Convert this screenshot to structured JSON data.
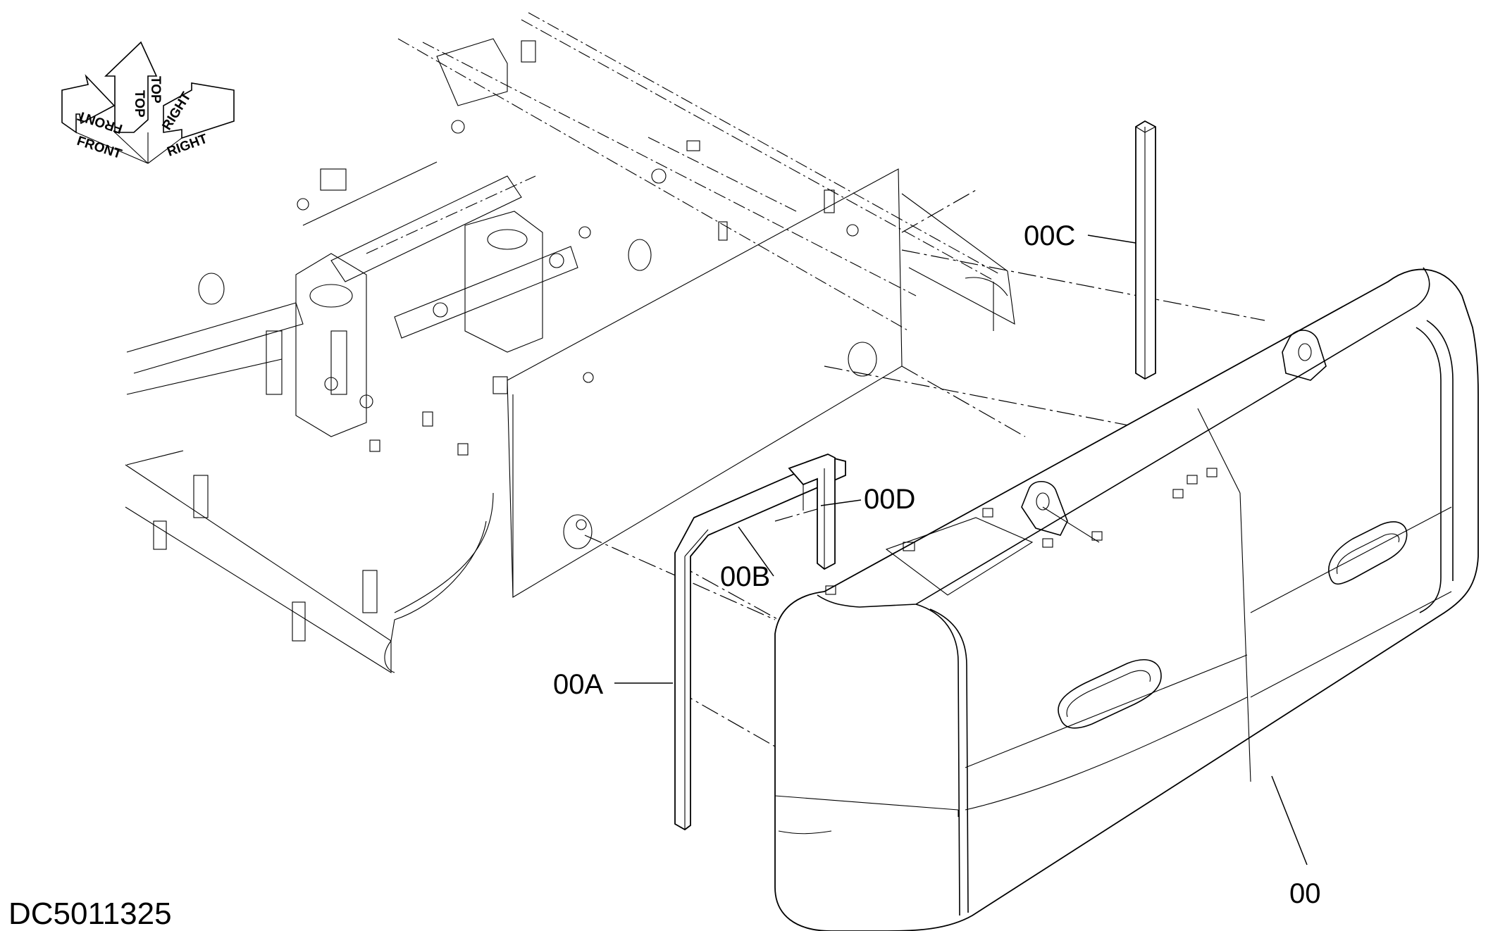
{
  "drawing": {
    "doc_id": "DC5011325",
    "orientation": {
      "front": "FRONT",
      "top": "TOP",
      "right": "RIGHT"
    },
    "callouts": {
      "counterweight": "00",
      "spacer_a": "00A",
      "spacer_b": "00B",
      "spacer_c": "00C",
      "spacer_d": "00D"
    }
  }
}
